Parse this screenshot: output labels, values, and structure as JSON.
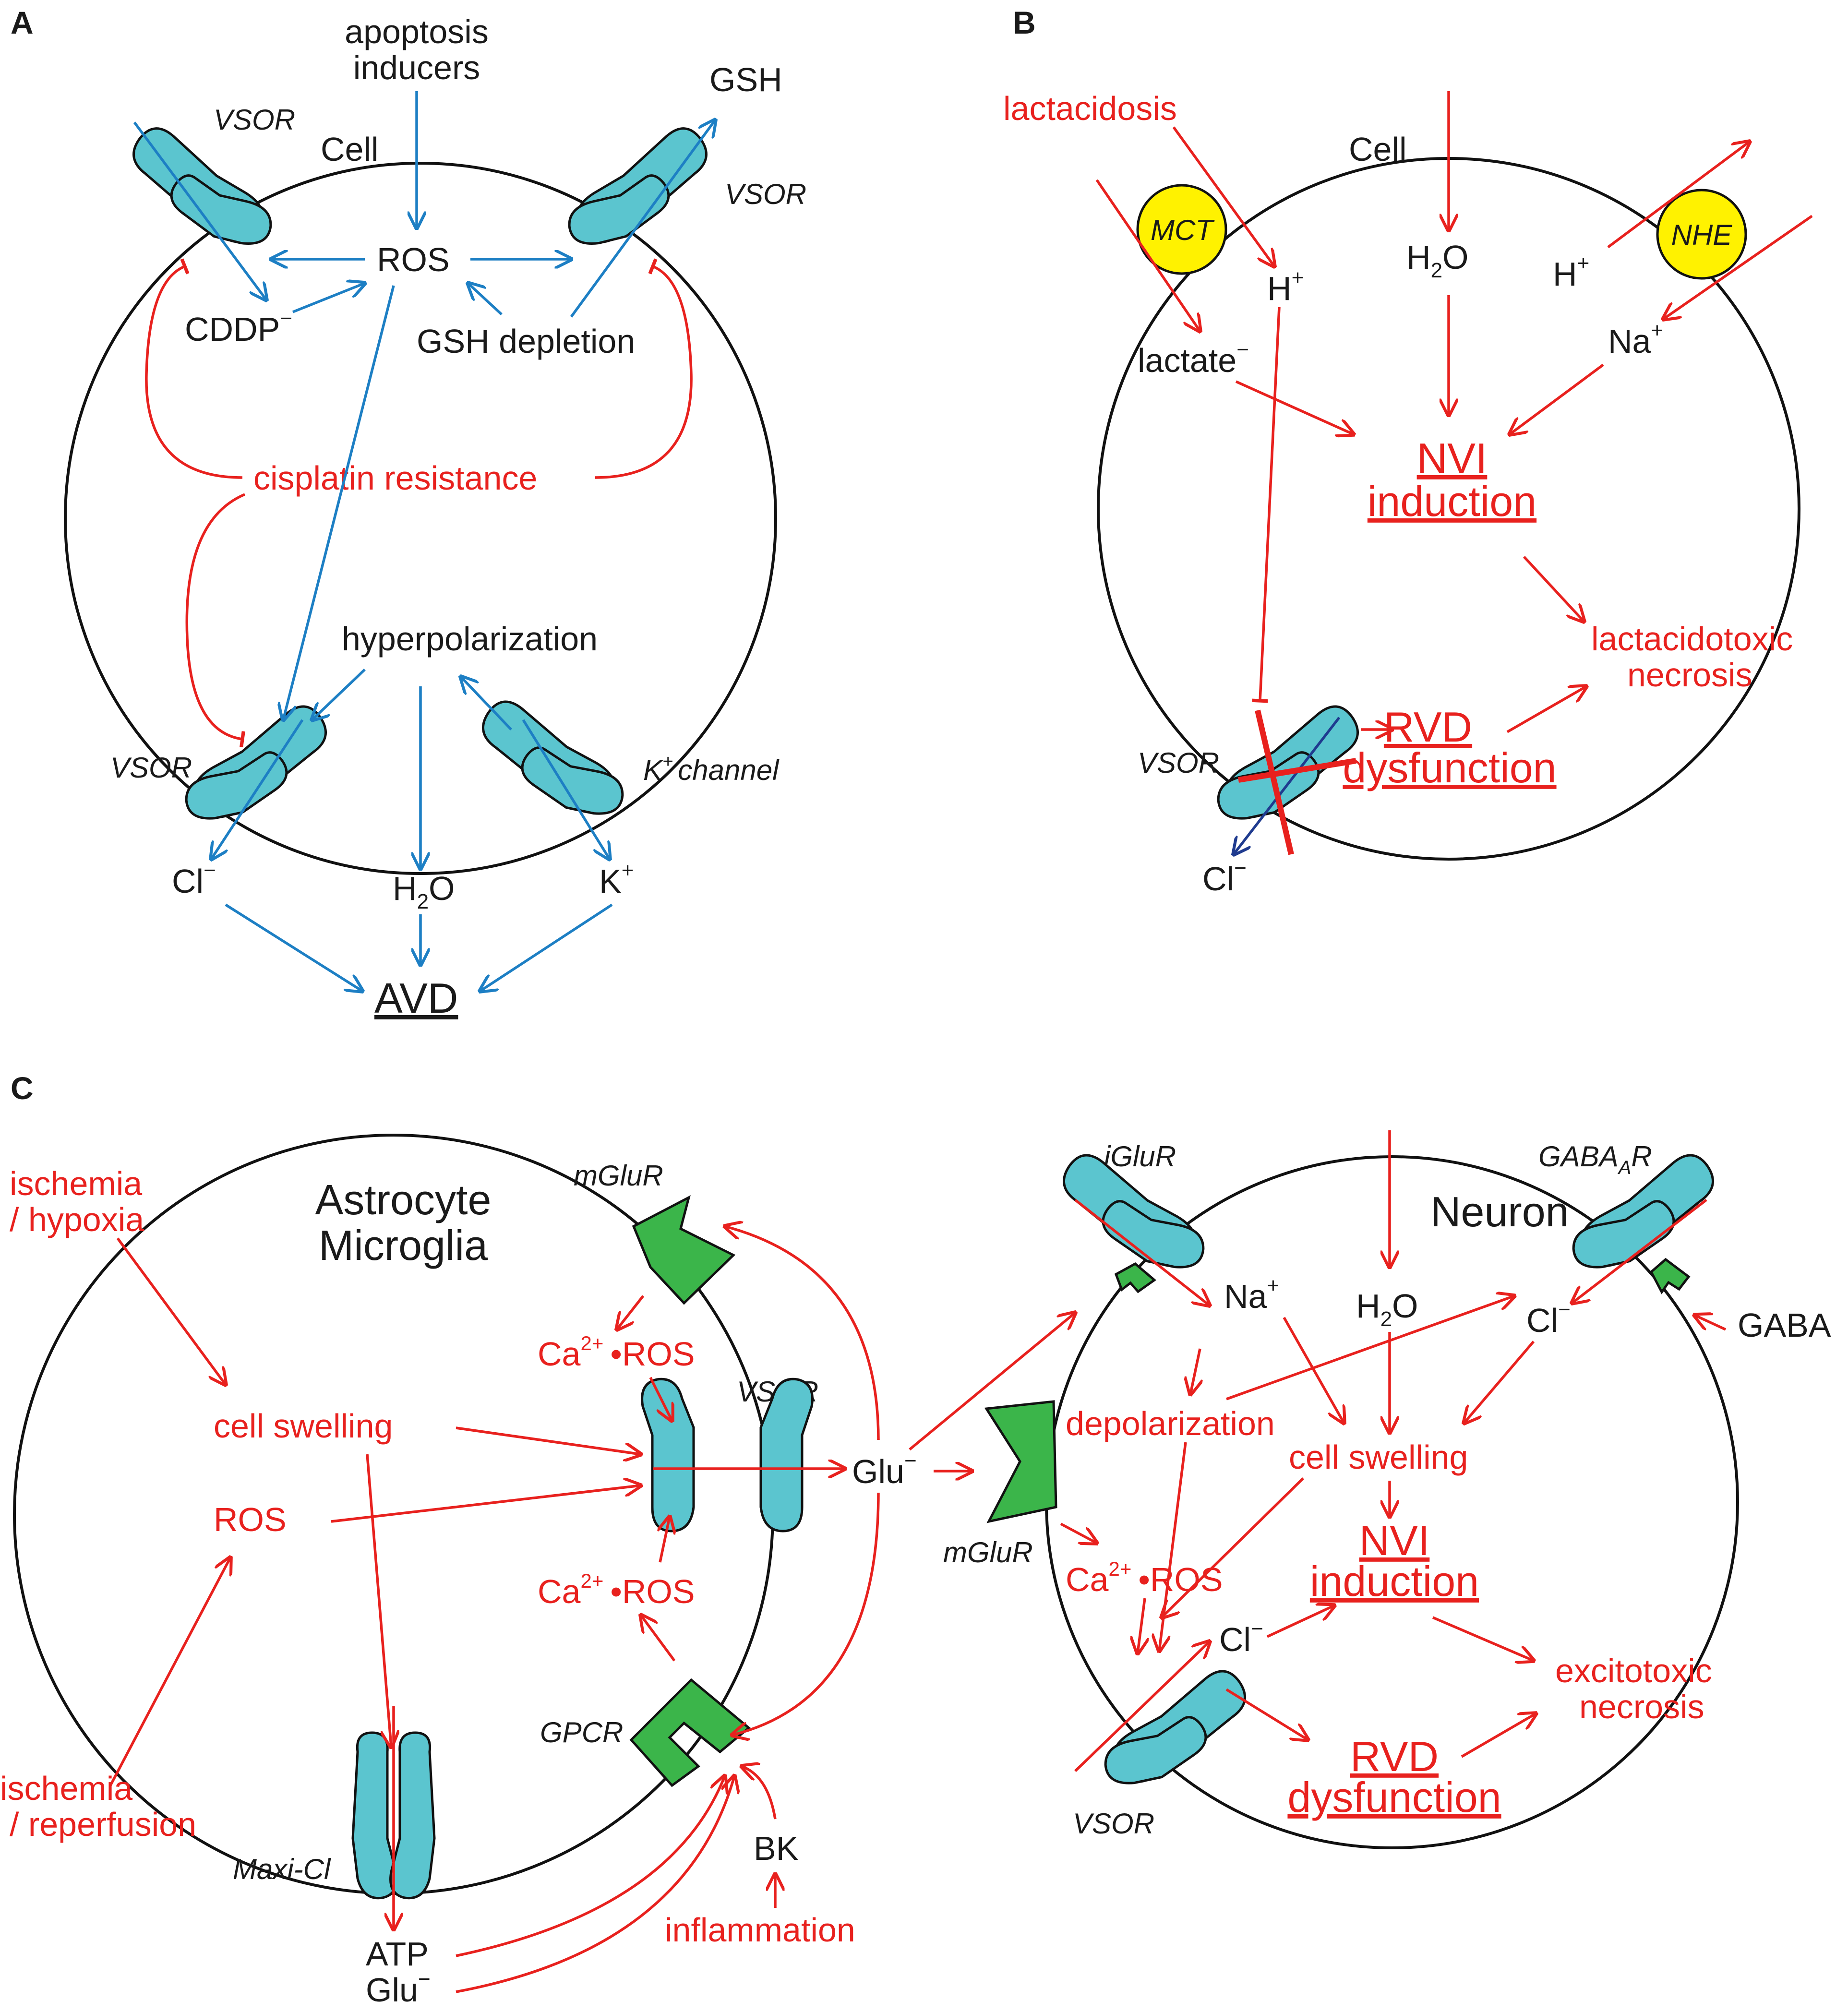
{
  "panels": {
    "A": {
      "letter": "A",
      "cell": "Cell",
      "apoptosis_inducers": [
        "apoptosis",
        "inducers"
      ],
      "gsh": "GSH",
      "vsor": "VSOR",
      "ros": "ROS",
      "cddp": "CDDP",
      "cddp_sup": "−",
      "gsh_depletion": "GSH depletion",
      "cisplatin_resistance": "cisplatin resistance",
      "hyperpolarization": "hyperpolarization",
      "k_channel": "channel",
      "k_channel_sup": "K",
      "k_channel_plus": "+",
      "cl": "Cl",
      "cl_sup": "−",
      "h2o": [
        "H",
        "2",
        "O"
      ],
      "k": "K",
      "k_sup": "+",
      "avd": "AVD"
    },
    "B": {
      "letter": "B",
      "lactacidosis": "lactacidosis",
      "cell": "Cell",
      "mct": "MCT",
      "nhe": "NHE",
      "h": "H",
      "plus": "+",
      "h2o": [
        "H",
        "2",
        "O"
      ],
      "lactate": "lactate",
      "minus": "−",
      "na": "Na",
      "nvi_1": "NVI",
      "nvi_2": "induction",
      "necrosis_1": "lactacidotoxic",
      "necrosis_2": "necrosis",
      "vsor": "VSOR",
      "rvd_1": "RVD",
      "rvd_2": "dysfunction",
      "cl": "Cl"
    },
    "C": {
      "letter": "C",
      "ischemia_hypoxia": [
        "ischemia",
        "/ hypoxia"
      ],
      "astrocyte": [
        "Astrocyte",
        "Microglia"
      ],
      "mglur": "mGluR",
      "ca": "Ca",
      "ca_sup": "2+",
      "dot_ros": "•ROS",
      "vsor": "VSOR",
      "cell_swelling": "cell swelling",
      "ros": "ROS",
      "glu": "Glu",
      "minus": "−",
      "gpcr": "GPCR",
      "ischemia_reperfusion": [
        "ischemia",
        "/ reperfusion"
      ],
      "maxi_cl": "Maxi-Cl",
      "bk": "BK",
      "inflammation": "inflammation",
      "atp": "ATP",
      "iglur": "iGluR",
      "gabaar": "GABA",
      "gabaar_sub": "A",
      "gabaar_end": "R",
      "neuron": "Neuron",
      "na": "Na",
      "plus": "+",
      "h2o": [
        "H",
        "2",
        "O"
      ],
      "cl": "Cl",
      "gaba": "GABA",
      "depolarization": "depolarization",
      "nvi_1": "NVI",
      "nvi_2": "induction",
      "necrosis_1": "excitotoxic",
      "necrosis_2": "necrosis",
      "rvd_1": "RVD",
      "rvd_2": "dysfunction"
    }
  },
  "colors": {
    "pathway_blue": "#1d7fc4",
    "pathway_red": "#e8211e",
    "channel_cyan": "#5bc5cf",
    "receptor_green": "#3bb54a",
    "transporter_yellow": "#fff200"
  }
}
